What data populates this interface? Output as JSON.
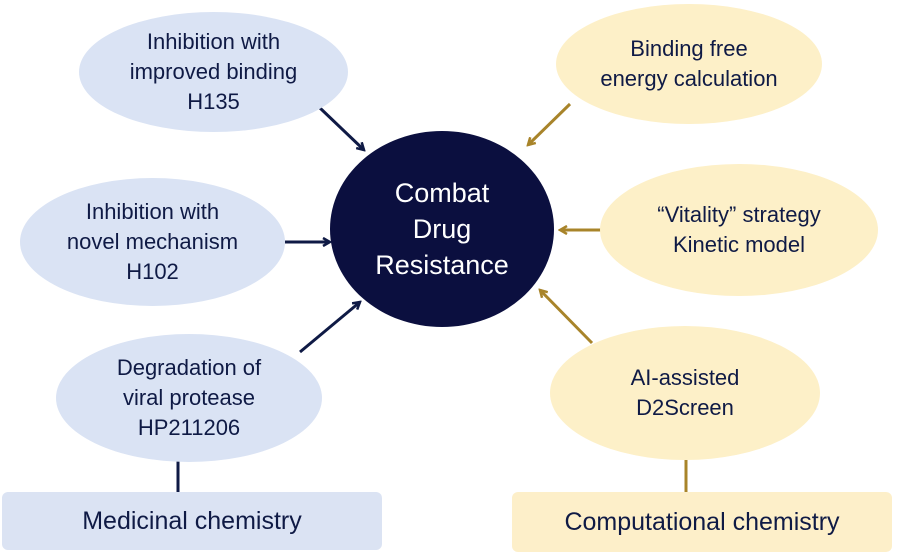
{
  "center": {
    "lines": [
      "Combat",
      "Drug",
      "Resistance"
    ]
  },
  "left_nodes": [
    {
      "lines": [
        "Inhibition with",
        "improved binding",
        "H135"
      ]
    },
    {
      "lines": [
        "Inhibition with",
        "novel mechanism",
        "H102"
      ]
    },
    {
      "lines": [
        "Degradation of",
        "viral protease",
        "HP211206"
      ]
    }
  ],
  "right_nodes": [
    {
      "lines": [
        "Binding free",
        "energy calculation"
      ]
    },
    {
      "lines": [
        "“Vitality” strategy",
        "Kinetic model"
      ]
    },
    {
      "lines": [
        "AI-assisted",
        "D2Screen"
      ]
    }
  ],
  "categories": {
    "left": "Medicinal chemistry",
    "right": "Computational chemistry"
  },
  "colors": {
    "center_fill": "#0b0f3f",
    "left_fill": "#dae3f4",
    "right_fill": "#fdf0c8",
    "left_arrow": "#0f1a45",
    "right_arrow": "#a8842a"
  }
}
